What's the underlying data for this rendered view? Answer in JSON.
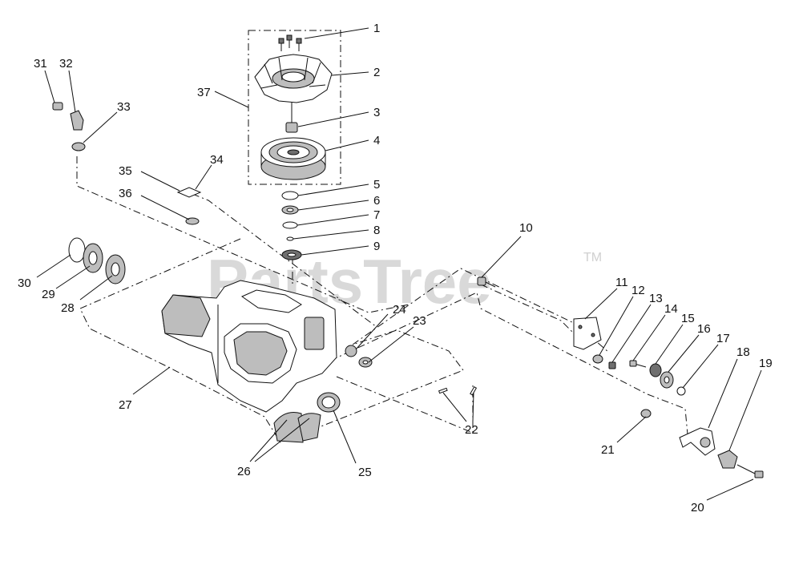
{
  "diagram": {
    "watermark": "PartsTree",
    "watermark_tm": "TM",
    "callouts": [
      "1",
      "2",
      "3",
      "4",
      "5",
      "6",
      "7",
      "8",
      "9",
      "10",
      "11",
      "12",
      "13",
      "14",
      "15",
      "16",
      "17",
      "18",
      "19",
      "20",
      "21",
      "22",
      "23",
      "24",
      "25",
      "26",
      "27",
      "28",
      "29",
      "30",
      "31",
      "32",
      "33",
      "34",
      "35",
      "36",
      "37"
    ]
  }
}
